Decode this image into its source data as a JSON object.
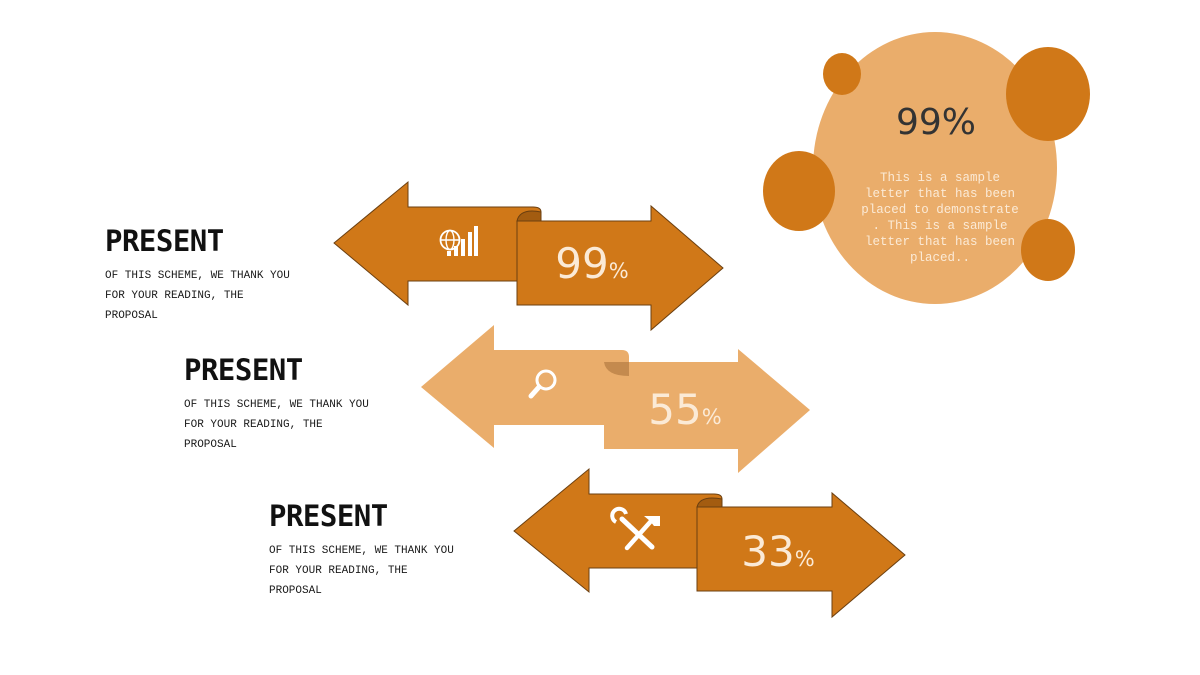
{
  "colors": {
    "dark_orange": "#d07818",
    "light_orange": "#eaad6b",
    "outline": "#6b3f10"
  },
  "rows": [
    {
      "heading": "PRESENT",
      "text": "OF THIS SCHEME, WE THANK YOU FOR YOUR READING, THE PROPOSAL",
      "value": "99",
      "unit": "%",
      "icon": "chart-globe-icon"
    },
    {
      "heading": "PRESENT",
      "text": "OF THIS SCHEME, WE THANK YOU FOR YOUR READING, THE PROPOSAL",
      "value": "55",
      "unit": "%",
      "icon": "magnifier-icon"
    },
    {
      "heading": "PRESENT",
      "text": "OF THIS SCHEME, WE THANK YOU FOR YOUR READING, THE PROPOSAL",
      "value": "33",
      "unit": "%",
      "icon": "tools-icon"
    }
  ],
  "bubble": {
    "value": "99%",
    "text": "This is a sample letter that has been placed to demonstrate . This is a sample letter that has been placed.."
  }
}
